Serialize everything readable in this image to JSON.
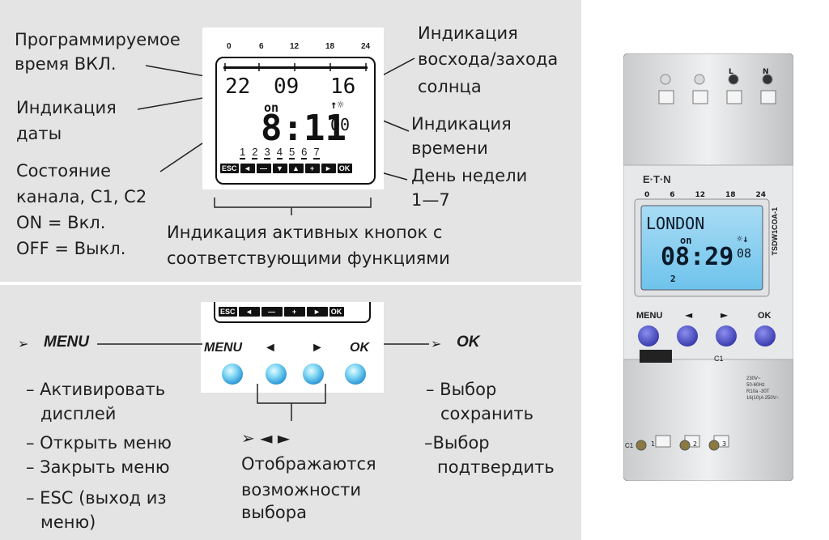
{
  "labels": {
    "programmed_time_1": "Программируемое",
    "programmed_time_2": "время ВКЛ.",
    "date_ind_1": "Индикация",
    "date_ind_2": "даты",
    "channel_1": "Состояние",
    "channel_2": "канала, С1, С2",
    "channel_3": "ON = Вкл.",
    "channel_4": "OFF = Выкл.",
    "sun_1": "Индикация",
    "sun_2": "восхода/захода",
    "sun_3": "солнца",
    "time_ind_1": "Индикация",
    "time_ind_2": "времени",
    "weekday_1": "День недели",
    "weekday_2": "1—7",
    "active_buttons_1": "Индикация активных кнопок с",
    "active_buttons_2": "соответствующими функциями"
  },
  "lcd": {
    "hours_scale": [
      "0",
      "6",
      "12",
      "18",
      "24"
    ],
    "date": [
      "22",
      "09",
      "16"
    ],
    "on_label": "on",
    "time_main": "8:11",
    "time_seconds": "00",
    "weekdays": [
      "1",
      "2",
      "3",
      "4",
      "5",
      "6",
      "7"
    ],
    "buttons": [
      "ESC",
      "◄",
      "—",
      "▼",
      "▲",
      "+",
      "►",
      "OK"
    ]
  },
  "keypad": {
    "buttons_top": [
      "ESC",
      "◄",
      "—",
      "+",
      "►",
      "OK"
    ],
    "menu": "MENU",
    "left": "◄",
    "right": "►",
    "ok": "OK"
  },
  "menu_section": {
    "title": "MENU",
    "items": [
      "– Активировать",
      "дисплей",
      "– Открыть меню",
      "– Закрыть меню",
      "– ESC (выход из",
      "меню)"
    ]
  },
  "ok_section": {
    "title": "OK",
    "items": [
      "– Выбор",
      "сохранить",
      "–Выбор",
      "подтвердить"
    ]
  },
  "arrows_section": {
    "symbols": "➢ ◄ ►",
    "line_1": "Отображаются",
    "line_2": "возможности",
    "line_3": "выбора"
  },
  "device": {
    "brand": "E·T·N",
    "hours_scale": [
      "0",
      "6",
      "12",
      "18",
      "24"
    ],
    "city": "LONDON",
    "on_label": "on",
    "time": "08:29",
    "seconds": "08",
    "day": "2",
    "model": "TSDW1COA-1",
    "btn_menu": "MENU",
    "btn_left": "◄",
    "btn_right": "►",
    "btn_ok": "OK",
    "c1": "C1",
    "specs": [
      "230V~",
      "50-60Hz",
      "R10a -30T",
      "16(10)A 250V~"
    ],
    "terminal_c1": "C1",
    "terminals": [
      "1",
      "2",
      "3"
    ],
    "top_terminals": [
      "L",
      "N"
    ]
  }
}
